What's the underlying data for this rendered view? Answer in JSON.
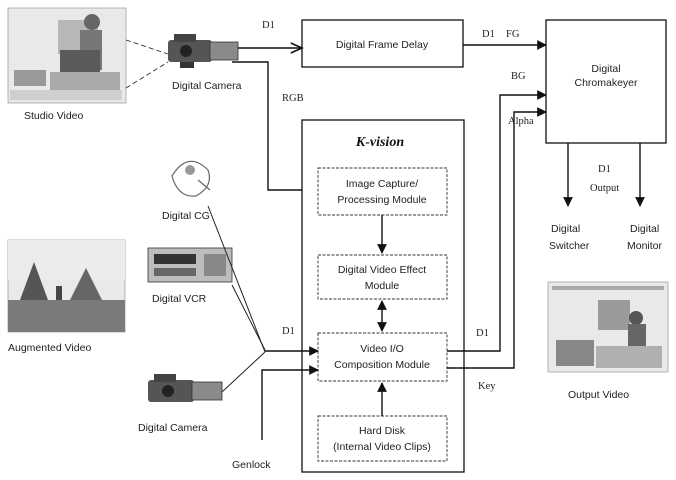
{
  "blocks": {
    "frame_delay": "Digital Frame Delay",
    "chromakeyer_l1": "Digital",
    "chromakeyer_l2": "Chromakeyer",
    "kvision_title": "K-vision",
    "capture_l1": "Image Capture/",
    "capture_l2": "Processing Module",
    "dve_l1": "Digital Video Effect",
    "dve_l2": "Module",
    "io_l1": "Video I/O",
    "io_l2": "Composition Module",
    "disk_l1": "Hard Disk",
    "disk_l2": "(Internal Video Clips)"
  },
  "sources": {
    "studio_video": "Studio Video",
    "camera_top": "Digital Camera",
    "digital_cg": "Digital CG",
    "augmented_video": "Augmented Video",
    "digital_vcr": "Digital VCR",
    "camera_bottom": "Digital Camera",
    "output_video": "Output Video"
  },
  "outputs": {
    "switcher_l1": "Digital",
    "switcher_l2": "Switcher",
    "monitor_l1": "Digital",
    "monitor_l2": "Monitor"
  },
  "signals": {
    "d1_top": "D1",
    "d1_fg": "D1",
    "fg": "FG",
    "bg": "BG",
    "alpha": "Alpha",
    "rgb": "RGB",
    "d1_in": "D1",
    "d1_out": "D1",
    "key": "Key",
    "genlock": "Genlock",
    "d1_output_l1": "D1",
    "d1_output_l2": "Output"
  }
}
